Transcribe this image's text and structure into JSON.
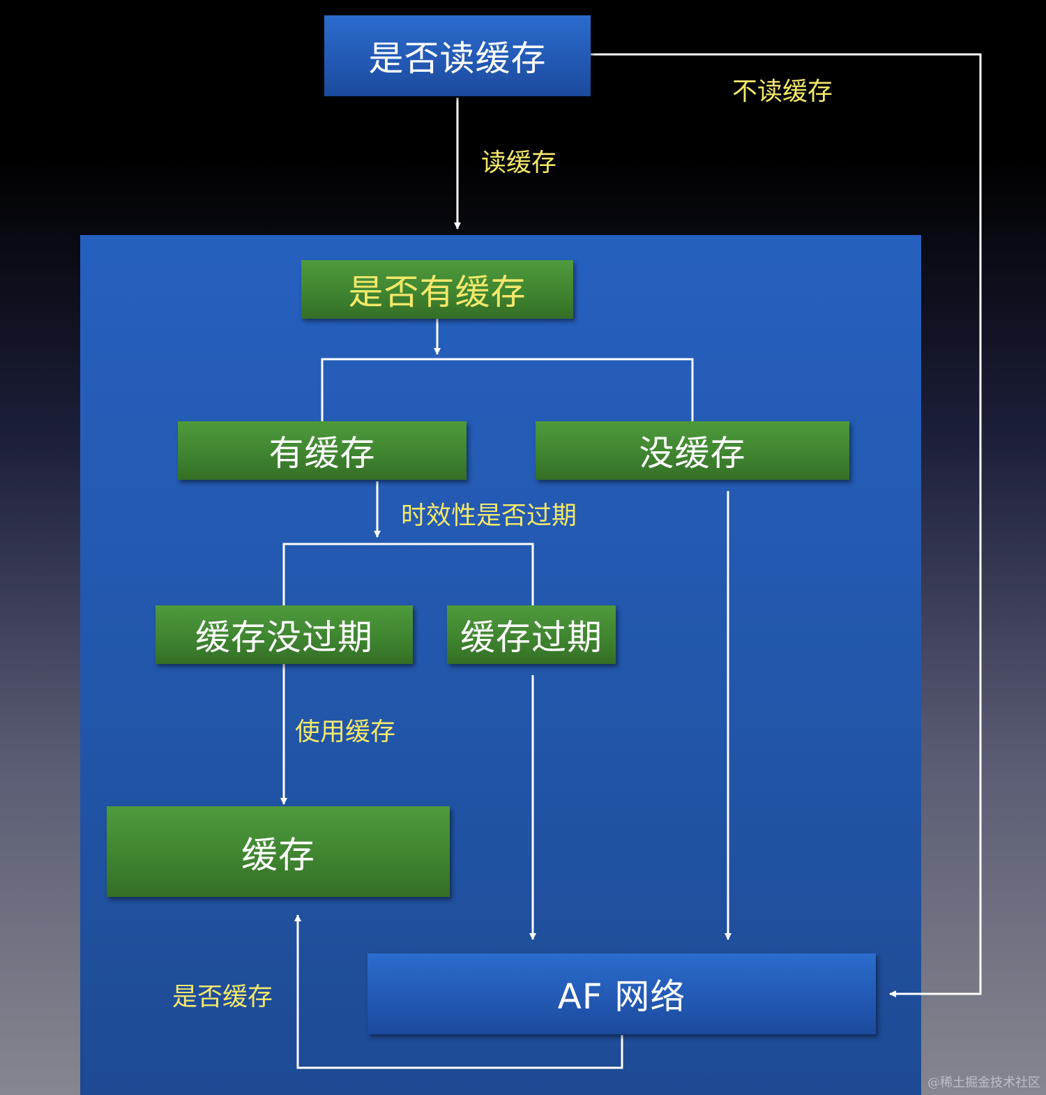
{
  "nodes": {
    "read_cache_q": "是否读缓存",
    "has_cache_q": "是否有缓存",
    "has_cache": "有缓存",
    "no_cache": "没缓存",
    "cache_not_expired": "缓存没过期",
    "cache_expired": "缓存过期",
    "cache": "缓存",
    "af_network": "AF 网络"
  },
  "edge_labels": {
    "read_cache": "读缓存",
    "no_read_cache": "不读缓存",
    "expiry_check": "时效性是否过期",
    "use_cache": "使用缓存",
    "whether_cache": "是否缓存"
  },
  "watermark": "@稀土掘金技术社区",
  "colors": {
    "blue_box": "#2359b4",
    "green_box": "#3f8530",
    "panel": "#2256a9",
    "label_yellow": "#f3e86a",
    "line": "#ffffff"
  }
}
